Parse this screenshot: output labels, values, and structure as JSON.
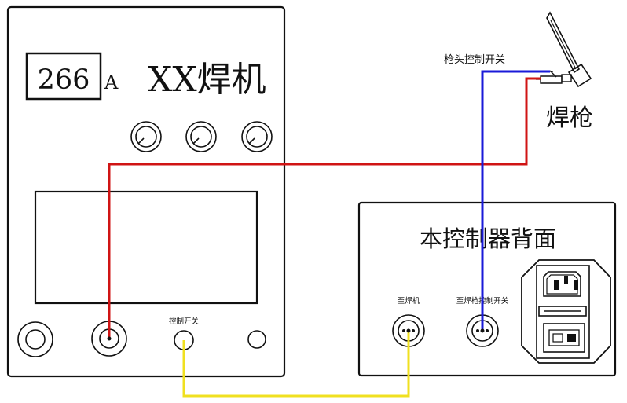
{
  "welder": {
    "display_value": "266",
    "unit": "A",
    "title": "XX焊机",
    "control_switch_label": "控制开关"
  },
  "controller": {
    "title": "本控制器背面",
    "to_welder_label": "至焊机",
    "to_torch_switch_label": "至焊枪控制开关"
  },
  "torch": {
    "label": "焊枪",
    "switch_label": "枪头控制开关"
  },
  "wire_colors": {
    "power_red": "#d01414",
    "signal_blue": "#1a1ad8",
    "control_yellow": "#f0e020"
  }
}
